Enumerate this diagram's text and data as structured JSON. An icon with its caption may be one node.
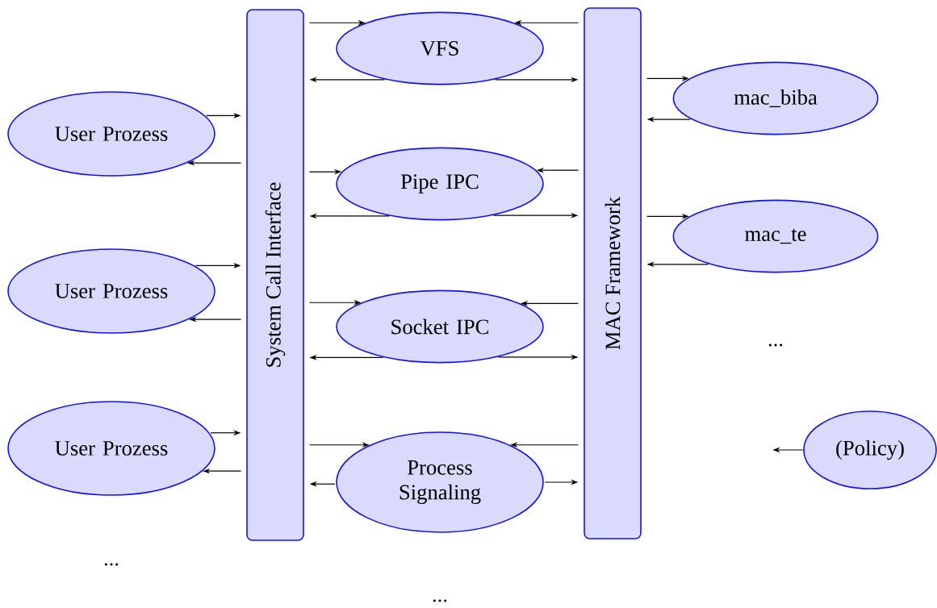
{
  "diagram": {
    "nodes": [
      {
        "text": [
          "User Prozess"
        ]
      },
      {
        "text": [
          "User Prozess"
        ]
      },
      {
        "text": [
          "User Prozess"
        ]
      },
      {
        "text": [
          "System Call Interface"
        ]
      },
      {
        "text": [
          "VFS"
        ]
      },
      {
        "text": [
          "Pipe IPC"
        ]
      },
      {
        "text": [
          "Socket IPC"
        ]
      },
      {
        "text": [
          "Process Signaling"
        ]
      },
      {
        "text": [
          "MAC Framework"
        ]
      },
      {
        "text": [
          "mac_biba"
        ]
      },
      {
        "text": [
          "mac_te"
        ]
      },
      {
        "text": [
          "(Policy)"
        ]
      }
    ],
    "edges": [
      {
        "from": 0,
        "to": 3,
        "arrow": "to"
      },
      {
        "from": 3,
        "to": 0,
        "arrow": "to"
      },
      {
        "from": 1,
        "to": 3,
        "arrow": "to"
      },
      {
        "from": 3,
        "to": 1,
        "arrow": "to"
      },
      {
        "from": 2,
        "to": 3,
        "arrow": "to"
      },
      {
        "from": 3,
        "to": 2,
        "arrow": "to"
      },
      {
        "from": 3,
        "to": 4,
        "arrow": "to"
      },
      {
        "from": 4,
        "to": 3,
        "arrow": "to"
      },
      {
        "from": 3,
        "to": 5,
        "arrow": "to"
      },
      {
        "from": 5,
        "to": 3,
        "arrow": "to"
      },
      {
        "from": 3,
        "to": 6,
        "arrow": "to"
      },
      {
        "from": 6,
        "to": 3,
        "arrow": "to"
      },
      {
        "from": 3,
        "to": 7,
        "arrow": "to"
      },
      {
        "from": 7,
        "to": 3,
        "arrow": "to"
      },
      {
        "from": 8,
        "to": 4,
        "arrow": "to"
      },
      {
        "from": 4,
        "to": 8,
        "arrow": "to"
      },
      {
        "from": 8,
        "to": 5,
        "arrow": "to"
      },
      {
        "from": 5,
        "to": 8,
        "arrow": "to"
      },
      {
        "from": 8,
        "to": 6,
        "arrow": "to"
      },
      {
        "from": 6,
        "to": 8,
        "arrow": "to"
      },
      {
        "from": 8,
        "to": 7,
        "arrow": "to"
      },
      {
        "from": 7,
        "to": 8,
        "arrow": "to"
      },
      {
        "from": 8,
        "to": 9,
        "arrow": "to"
      },
      {
        "from": 9,
        "to": 8,
        "arrow": "to"
      },
      {
        "from": 8,
        "to": 10,
        "arrow": "to"
      },
      {
        "from": 10,
        "to": 8,
        "arrow": "to"
      },
      {
        "from": 11,
        "to": null,
        "arrow": "to"
      }
    ],
    "labels": [
      "...",
      "...",
      "..."
    ]
  }
}
